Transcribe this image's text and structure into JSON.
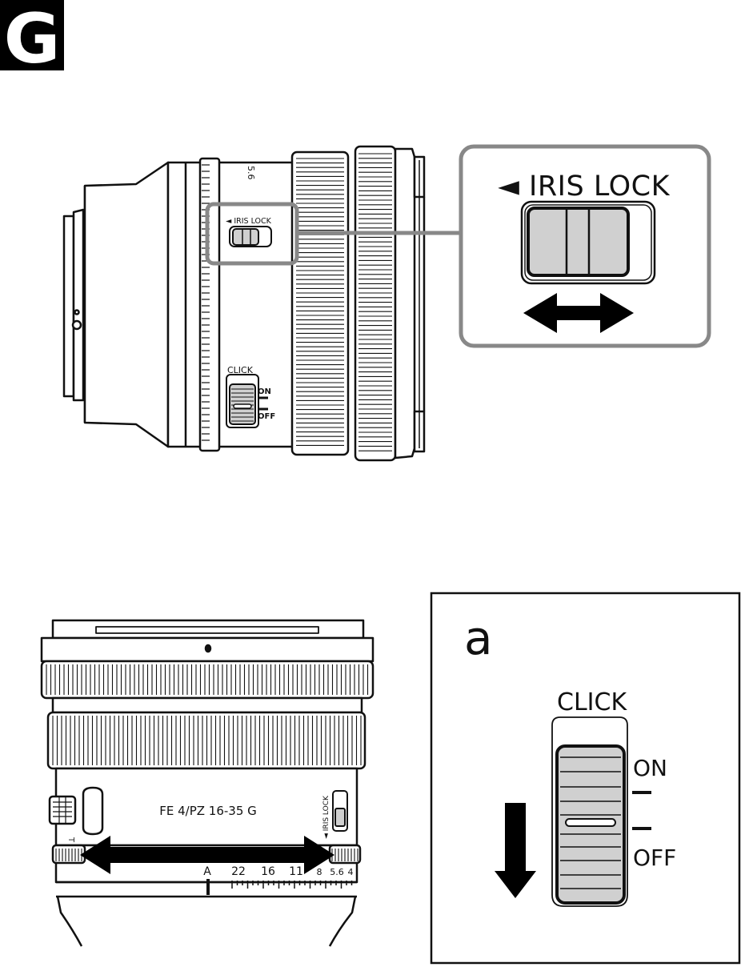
{
  "section_badge": "G",
  "top_diagram": {
    "lens_label_rotated": "5.6",
    "iris_lock_small": "◄ IRIS LOCK",
    "click_small": "CLICK",
    "on_small": "ON",
    "off_small": "OFF",
    "callout_iris_lock": "◄ IRIS LOCK"
  },
  "bottom_diagram": {
    "lens_model": "FE 4/PZ 16-35 G",
    "iris_lock_vertical": "◄ IRIS LOCK",
    "t_mark": "T",
    "aperture_scale": [
      "A",
      "22",
      "16",
      "11",
      "8",
      "5.6",
      "4"
    ]
  },
  "callout_a": {
    "letter": "a",
    "click": "CLICK",
    "on": "ON",
    "off": "OFF"
  },
  "colors": {
    "ink": "#111111",
    "switch_fill": "#d0d0d0",
    "callout_border": "#888888",
    "badge_bg": "#000000",
    "badge_text": "#ffffff"
  }
}
